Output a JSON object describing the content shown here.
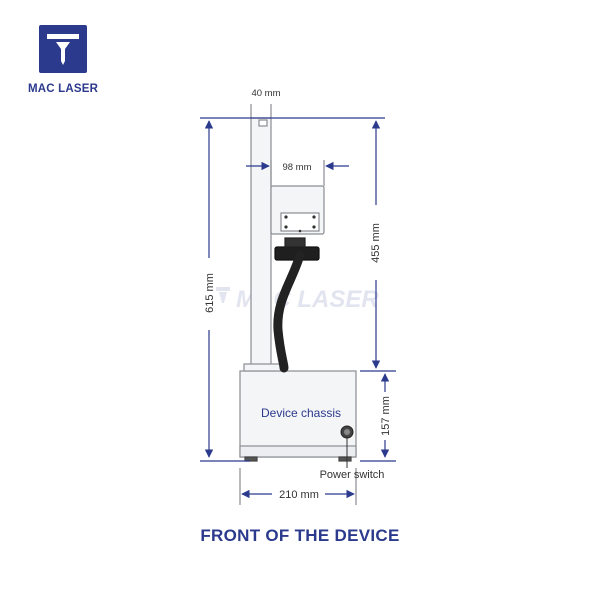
{
  "brand": {
    "name": "MAC LASER",
    "watermark": "MAC LASER",
    "color": "#2b3a8c",
    "icon": "laser-head-logo-icon"
  },
  "dimensions": {
    "top_width": "40 mm",
    "head_width": "98 mm",
    "head_height": "455 mm",
    "total_height": "615 mm",
    "chassis_height": "157 mm",
    "base_width": "210 mm"
  },
  "labels": {
    "chassis": "Device chassis",
    "power_switch": "Power switch"
  },
  "footer": {
    "title": "FRONT OF THE DEVICE"
  },
  "colors": {
    "dimension_line": "#2b3a8c",
    "outline": "#8a8d93",
    "body_fill": "#f4f5f7",
    "cable": "#222222"
  }
}
